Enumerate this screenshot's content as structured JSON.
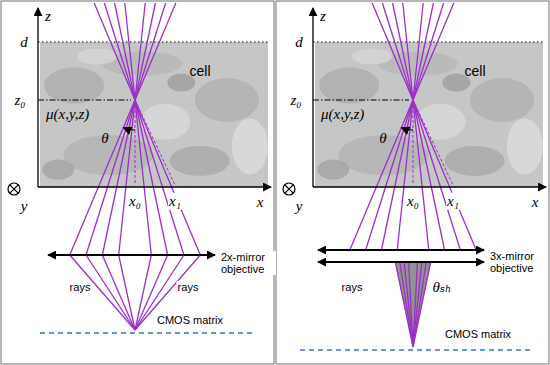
{
  "diagram": {
    "nodes": [
      {
        "text": [
          "cell",
          "μ(x,y,z)"
        ]
      },
      {
        "text": [
          "cell",
          "μ(x,y,z)"
        ]
      }
    ],
    "labels": [
      "z",
      "d",
      "z₀",
      "θ",
      "x₀",
      "x₁",
      "x",
      "y",
      "rays",
      "rays",
      "2x-mirror objective",
      "CMOS matrix",
      "z",
      "d",
      "z₀",
      "θ",
      "x₀",
      "x₁",
      "x",
      "y",
      "rays",
      "θₛₕ",
      "3x-mirror objective",
      "CMOS matrix"
    ]
  }
}
